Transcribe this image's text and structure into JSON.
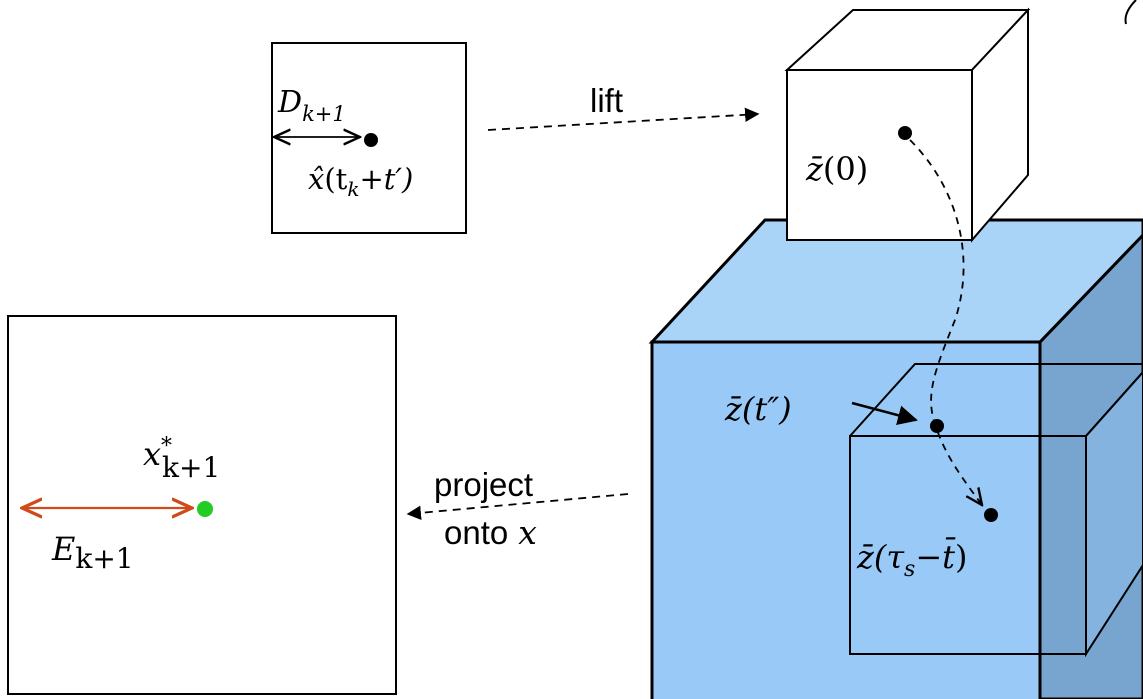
{
  "colors": {
    "cube_front": "#99c9f7",
    "cube_top": "#aad3f8",
    "cube_side": "#77a5d0",
    "small_cube_side": "#84b3e0",
    "arrow_E": "#d04a1a",
    "green_point": "#22cc22",
    "line": "#000000",
    "background": "#ffffff"
  },
  "labels": {
    "lift": "lift",
    "project_line1": "project",
    "project_line2_word": "onto",
    "project_line2_var": "x"
  },
  "math": {
    "D_base": "D",
    "D_sub": "k+1",
    "xhat_base": "x̂",
    "xhat_args": "(t",
    "xhat_sub": "k",
    "xhat_tail": "+t′)",
    "z0": "(0)",
    "zbar_base": "z̄",
    "zt2_args": "(t″)",
    "ztau_open": "(τ",
    "ztau_sub": "s",
    "ztau_minus": "−",
    "ztau_tbar": "t̄",
    "ztau_close": ")",
    "xstar_base": "x",
    "xstar_sup": "*",
    "xstar_sub": "k+1",
    "E_base": "E",
    "E_sub": "k+1"
  },
  "icons": {
    "point": "filled-circle",
    "arrow": "arrowhead"
  }
}
